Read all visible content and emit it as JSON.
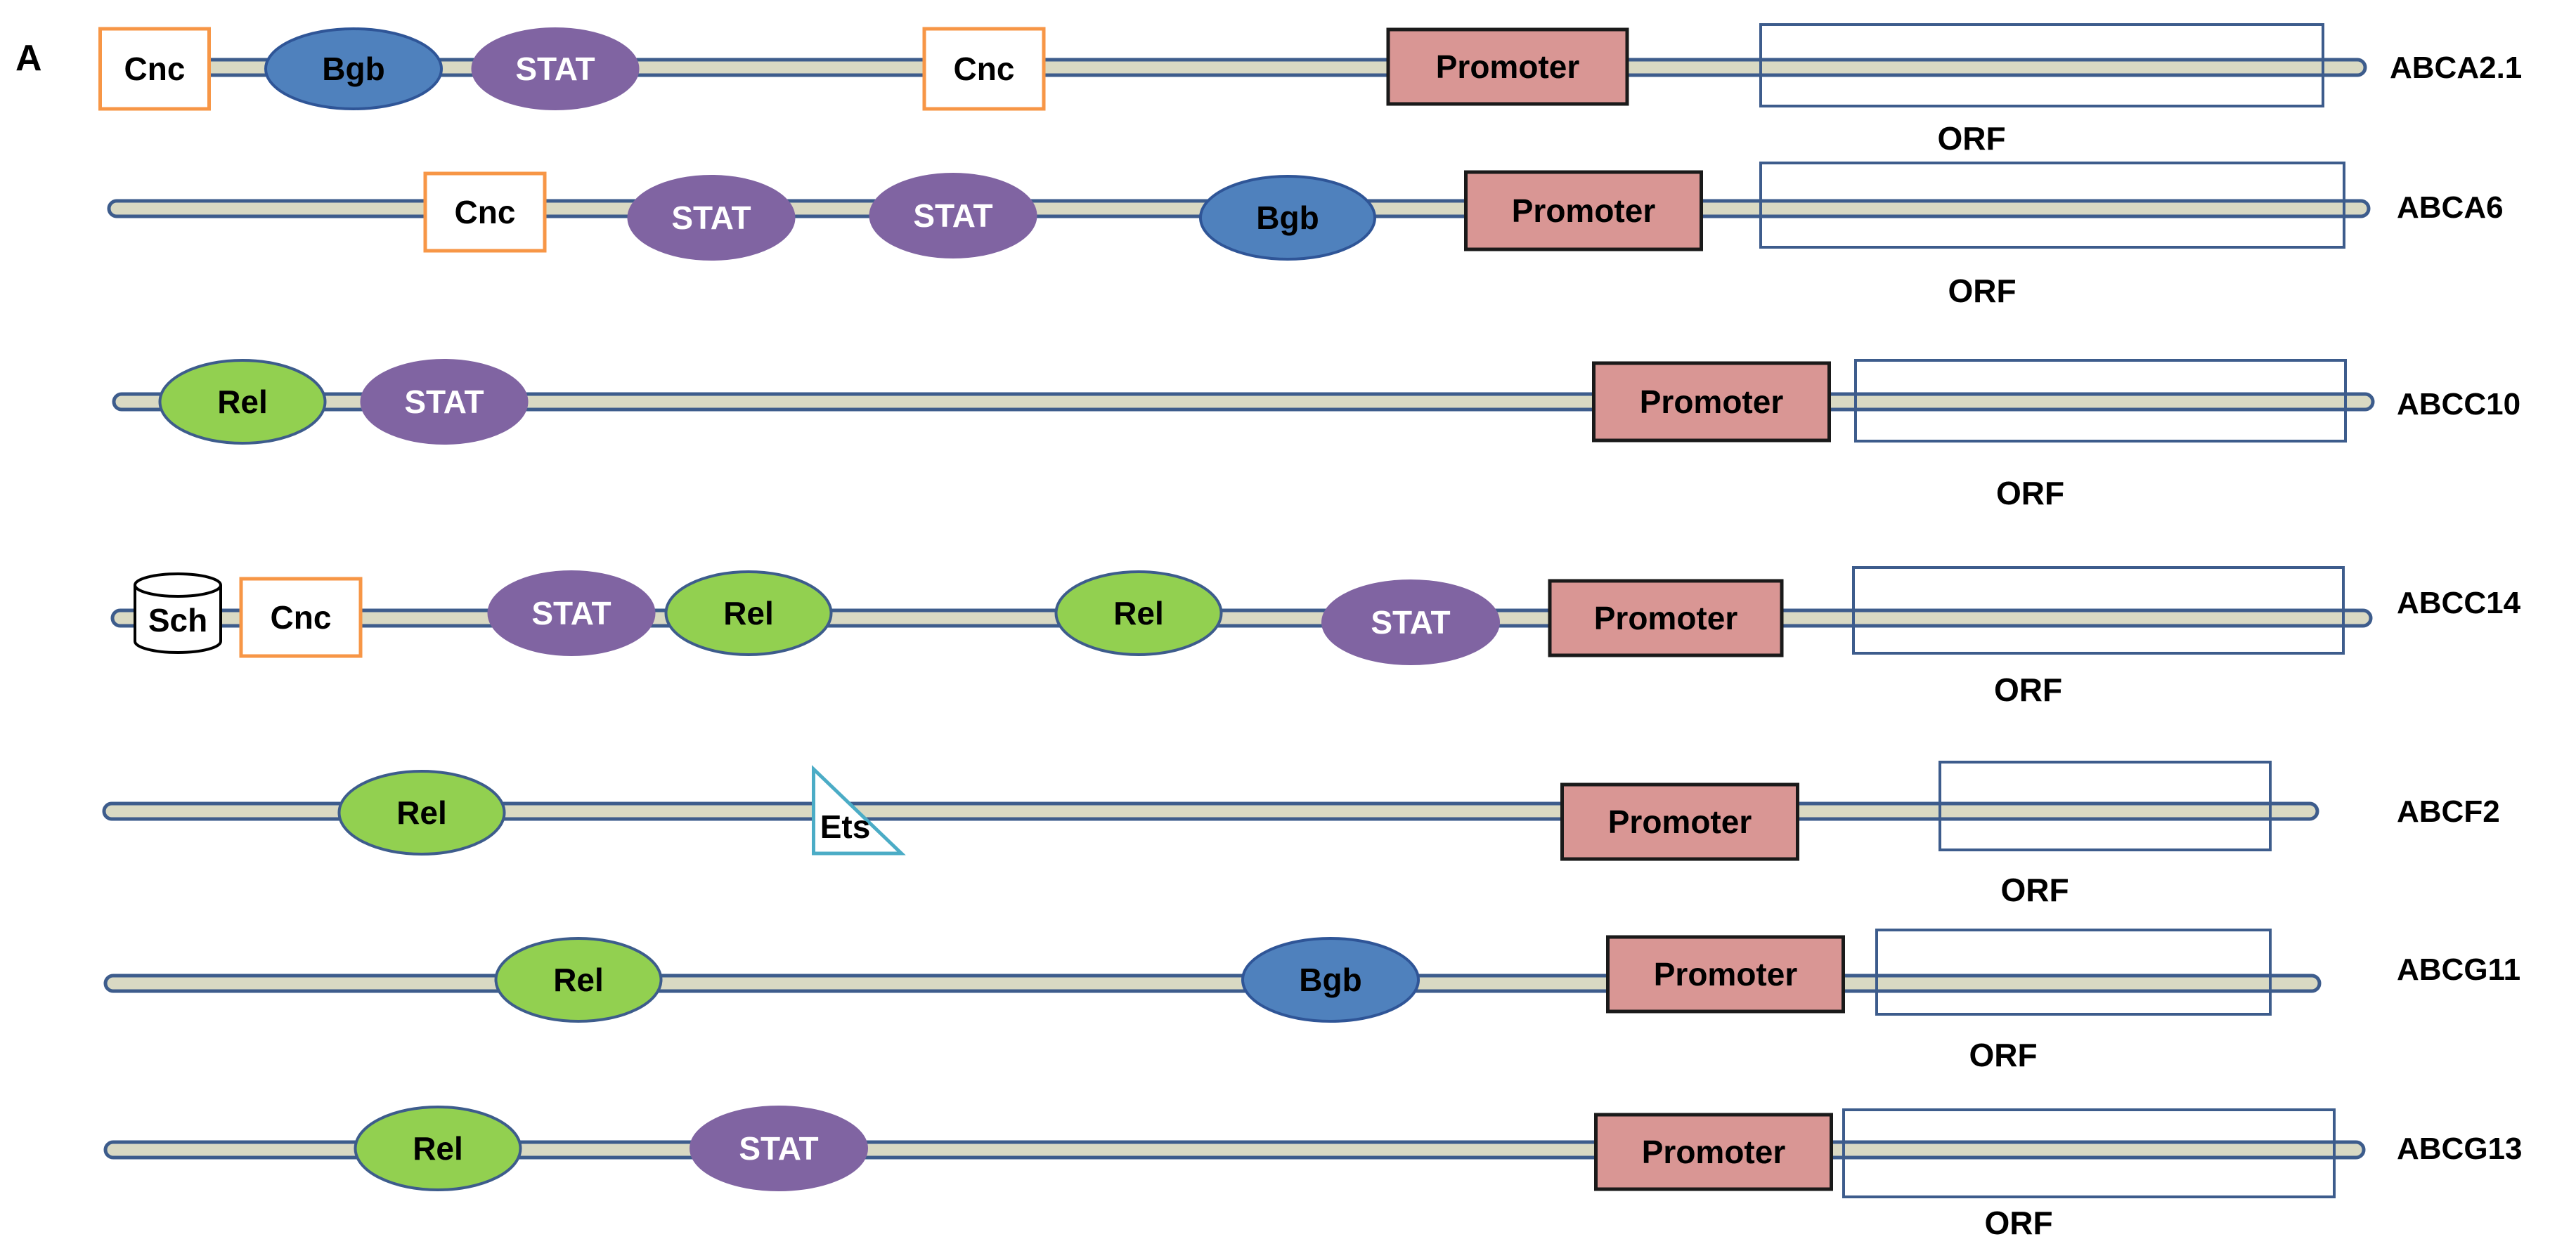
{
  "panel_label": "A",
  "orf_label": "ORF",
  "colors": {
    "line_fill": "#d9d9c3",
    "line_stroke": "#3d5c8c",
    "cnc_stroke": "#f79646",
    "bgb_fill": "#4f81bd",
    "bgb_stroke": "#2f5597",
    "stat_fill": "#8064a2",
    "rel_fill": "#92d050",
    "rel_stroke": "#3d5c8c",
    "promoter_fill": "#d99694",
    "promoter_stroke": "#1a1a1a",
    "orf_stroke": "#3d5c8c",
    "ets_stroke": "#4bacc6"
  },
  "genes": [
    {
      "name": "ABCA2.1",
      "elements": [
        {
          "type": "Cnc",
          "label": "Cnc",
          "shape": "box"
        },
        {
          "type": "Bgb",
          "label": "Bgb",
          "shape": "ellipse"
        },
        {
          "type": "STAT",
          "label": "STAT",
          "shape": "ellipse"
        },
        {
          "type": "Cnc",
          "label": "Cnc",
          "shape": "box"
        },
        {
          "type": "Promoter",
          "label": "Promoter",
          "shape": "box"
        }
      ]
    },
    {
      "name": "ABCA6",
      "elements": [
        {
          "type": "Cnc",
          "label": "Cnc",
          "shape": "box"
        },
        {
          "type": "STAT",
          "label": "STAT",
          "shape": "ellipse"
        },
        {
          "type": "STAT",
          "label": "STAT",
          "shape": "ellipse"
        },
        {
          "type": "Bgb",
          "label": "Bgb",
          "shape": "ellipse"
        },
        {
          "type": "Promoter",
          "label": "Promoter",
          "shape": "box"
        }
      ]
    },
    {
      "name": "ABCC10",
      "elements": [
        {
          "type": "Rel",
          "label": "Rel",
          "shape": "ellipse"
        },
        {
          "type": "STAT",
          "label": "STAT",
          "shape": "ellipse"
        },
        {
          "type": "Promoter",
          "label": "Promoter",
          "shape": "box"
        }
      ]
    },
    {
      "name": "ABCC14",
      "elements": [
        {
          "type": "Sch",
          "label": "Sch",
          "shape": "cylinder"
        },
        {
          "type": "Cnc",
          "label": "Cnc",
          "shape": "box"
        },
        {
          "type": "STAT",
          "label": "STAT",
          "shape": "ellipse"
        },
        {
          "type": "Rel",
          "label": "Rel",
          "shape": "ellipse"
        },
        {
          "type": "Rel",
          "label": "Rel",
          "shape": "ellipse"
        },
        {
          "type": "STAT",
          "label": "STAT",
          "shape": "ellipse"
        },
        {
          "type": "Promoter",
          "label": "Promoter",
          "shape": "box"
        }
      ]
    },
    {
      "name": "ABCF2",
      "elements": [
        {
          "type": "Rel",
          "label": "Rel",
          "shape": "ellipse"
        },
        {
          "type": "Ets",
          "label": "Ets",
          "shape": "triangle"
        },
        {
          "type": "Promoter",
          "label": "Promoter",
          "shape": "box"
        }
      ]
    },
    {
      "name": "ABCG11",
      "elements": [
        {
          "type": "Rel",
          "label": "Rel",
          "shape": "ellipse"
        },
        {
          "type": "Bgb",
          "label": "Bgb",
          "shape": "ellipse"
        },
        {
          "type": "Promoter",
          "label": "Promoter",
          "shape": "box"
        }
      ]
    },
    {
      "name": "ABCG13",
      "elements": [
        {
          "type": "Rel",
          "label": "Rel",
          "shape": "ellipse"
        },
        {
          "type": "STAT",
          "label": "STAT",
          "shape": "ellipse"
        },
        {
          "type": "Promoter",
          "label": "Promoter",
          "shape": "box"
        }
      ]
    }
  ]
}
